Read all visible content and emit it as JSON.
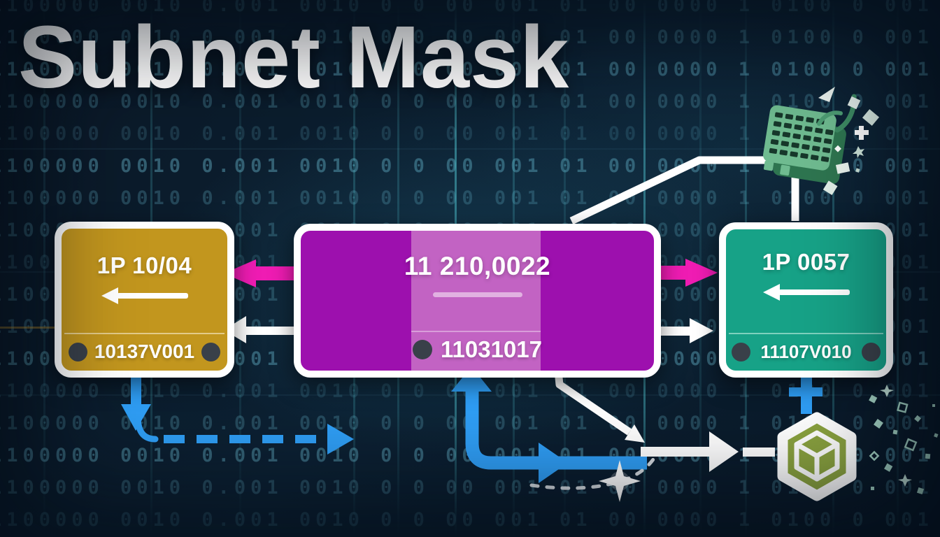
{
  "title": "Subnet Mask",
  "boxes": {
    "left": {
      "label": "1P 10/04",
      "serial": "10137V001"
    },
    "center": {
      "label": "11 210,0022",
      "serial": "11031017"
    },
    "right": {
      "label": "1P 0057",
      "serial": "11107V010"
    }
  },
  "background": {
    "binary_pattern": "1100000 0010 0.001 0010 0 0 00 001 01 00 0000 1 0100 0 001 0010 0 0 00 0101 00 0 0000 10 110 0000 0010 0.001",
    "row_count": 17
  },
  "icons": {
    "keyboard": "keyboard-icon",
    "cube_hexagon": "cube-hexagon-icon"
  },
  "colors": {
    "gold": "#c2961e",
    "purple": "#9d10ae",
    "purple-band": "#c263c3",
    "teal": "#17a287",
    "pink": "#ef1cb3",
    "blue": "#2f9ef5",
    "olive": "#8aa23f",
    "keyboard-green": "#6fbb90",
    "keyboard-green-dark": "#2e7550",
    "binary": "#5fa8bd"
  }
}
